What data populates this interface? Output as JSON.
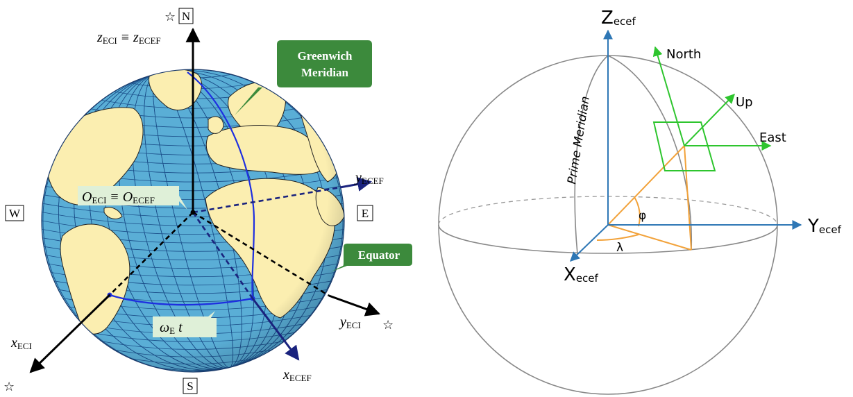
{
  "left_diagram": {
    "north_label": "N",
    "south_label": "S",
    "west_label": "W",
    "east_label": "E",
    "star_symbol": "☆",
    "z_axis": {
      "var": "z",
      "sub": "ECI",
      "equiv": "≡",
      "var2": "z",
      "sub2": "ECEF"
    },
    "origin": {
      "var": "O",
      "sub": "ECI",
      "equiv": "≡",
      "var2": "O",
      "sub2": "ECEF"
    },
    "y_ecef": {
      "var": "y",
      "sub": "ECEF"
    },
    "y_eci": {
      "var": "y",
      "sub": "ECI"
    },
    "x_eci": {
      "var": "x",
      "sub": "ECI"
    },
    "x_ecef": {
      "var": "x",
      "sub": "ECEF"
    },
    "rotation": {
      "var": "ω",
      "sub": "E",
      "tail": " t"
    },
    "greenwich_line1": "Greenwich",
    "greenwich_line2": "Meridian",
    "equator": "Equator",
    "colors": {
      "ocean": "#5aaed6",
      "land": "#fbeeb0",
      "callout": "#3c8a3c",
      "callout_light": "#dff0d8",
      "meridian_blue": "#1e2fe0",
      "axis_navy": "#1a237e"
    }
  },
  "right_diagram": {
    "z_axis": {
      "main": "Z",
      "sub": "ecef"
    },
    "y_axis": {
      "main": "Y",
      "sub": "ecef"
    },
    "x_axis": {
      "main": "X",
      "sub": "ecef"
    },
    "prime_meridian": "Prime Meridian",
    "north": "North",
    "up": "Up",
    "east": "East",
    "latitude_symbol": "φ",
    "longitude_symbol": "λ",
    "colors": {
      "axis": "#2e77b5",
      "enu": "#2ec52e",
      "position": "#f2a23a",
      "sphere": "#888888"
    }
  }
}
